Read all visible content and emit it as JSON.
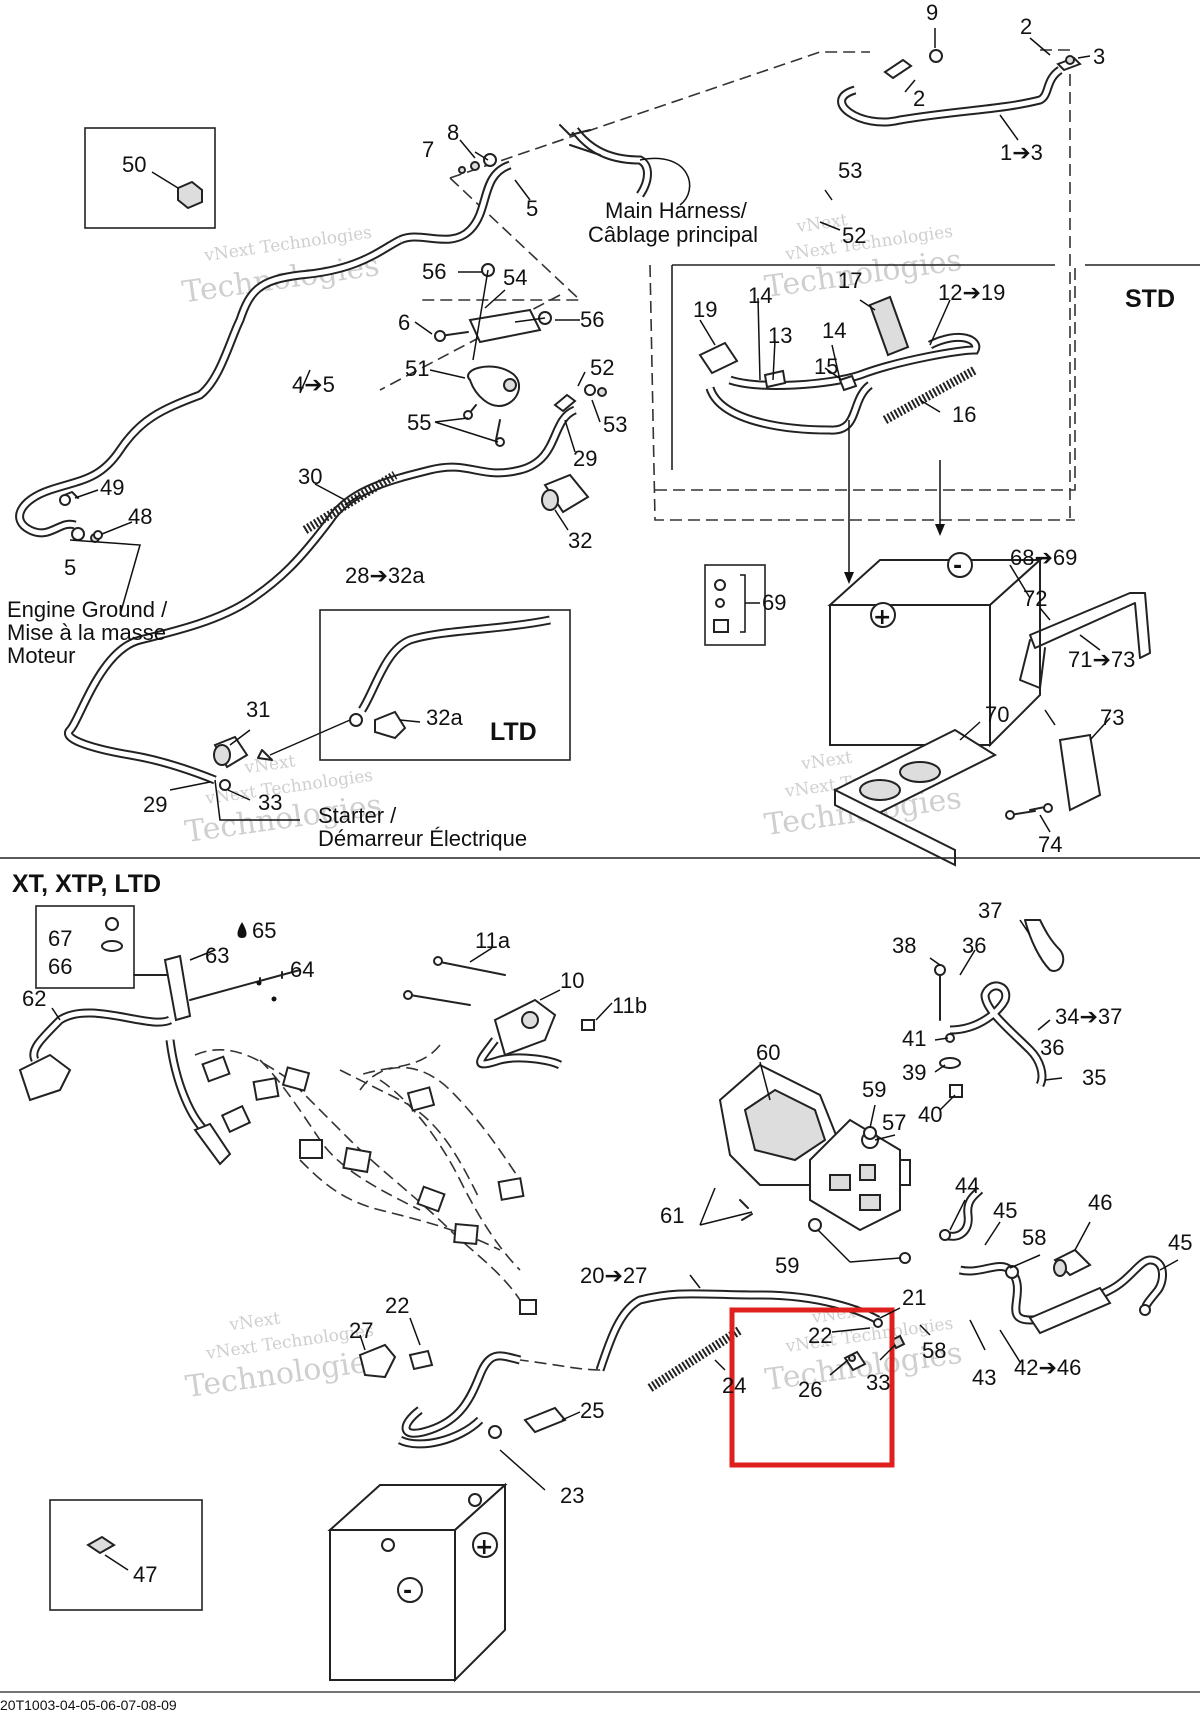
{
  "diagram": {
    "sections": {
      "std": "STD",
      "ltd": "LTD",
      "xt": "XT, XTP, LTD"
    },
    "notes": {
      "main_harness_1": "Main Harness/",
      "main_harness_2": "Câblage principal",
      "engine_ground_1": "Engine Ground /",
      "engine_ground_2": "Mise à la masse",
      "engine_ground_3": "Moteur",
      "starter_1": "Starter /",
      "starter_2": "Démarreur Électrique"
    },
    "footer_code": "20T1003-04-05-06-07-08-09",
    "watermark": {
      "line1": "vNext Technologies",
      "line2": "vNext",
      "line3": "Technologies"
    },
    "highlight_color": "#e0201c",
    "labels": {
      "l9": "9",
      "l2a": "2",
      "l3": "3",
      "l2b": "2",
      "l1_3": "1➔3",
      "l50": "50",
      "l7": "7",
      "l8": "8",
      "l5a": "5",
      "l53a": "53",
      "l52a": "52",
      "l56a": "56",
      "l54": "54",
      "l6": "6",
      "l56b": "56",
      "l51": "51",
      "l52b": "52",
      "l53b": "53",
      "l55": "55",
      "l29a": "29",
      "l32": "32",
      "l4_5": "4➔5",
      "l49": "49",
      "l48": "48",
      "l5b": "5",
      "l30": "30",
      "l28_32a": "28➔32a",
      "l31": "31",
      "l32a": "32a",
      "l29b": "29",
      "l33a": "33",
      "l19": "19",
      "l14a": "14",
      "l13": "13",
      "l17": "17",
      "l12_19": "12➔19",
      "l14b": "14",
      "l15": "15",
      "l16": "16",
      "l68_69": "68➔69",
      "l69": "69",
      "l72": "72",
      "l71_73": "71➔73",
      "l70": "70",
      "l73": "73",
      "l74": "74",
      "l67": "67",
      "l66": "66",
      "l63": "63",
      "l65": "65",
      "l64": "64",
      "l62": "62",
      "l11a": "11a",
      "l10": "10",
      "l11b": "11b",
      "l37": "37",
      "l38": "38",
      "l36a": "36",
      "l34_37": "34➔37",
      "l36b": "36",
      "l41": "41",
      "l39": "39",
      "l35": "35",
      "l40": "40",
      "l60": "60",
      "l59a": "59",
      "l57": "57",
      "l61": "61",
      "l59b": "59",
      "l44": "44",
      "l45a": "45",
      "l46": "46",
      "l58a": "58",
      "l45b": "45",
      "l20_27": "20➔27",
      "l21": "21",
      "l22a": "22",
      "l27": "27",
      "l22b": "22",
      "l24": "24",
      "l26": "26",
      "l33b": "33",
      "l58b": "58",
      "l43": "43",
      "l42_46": "42➔46",
      "l25": "25",
      "l23": "23",
      "l47": "47"
    }
  }
}
